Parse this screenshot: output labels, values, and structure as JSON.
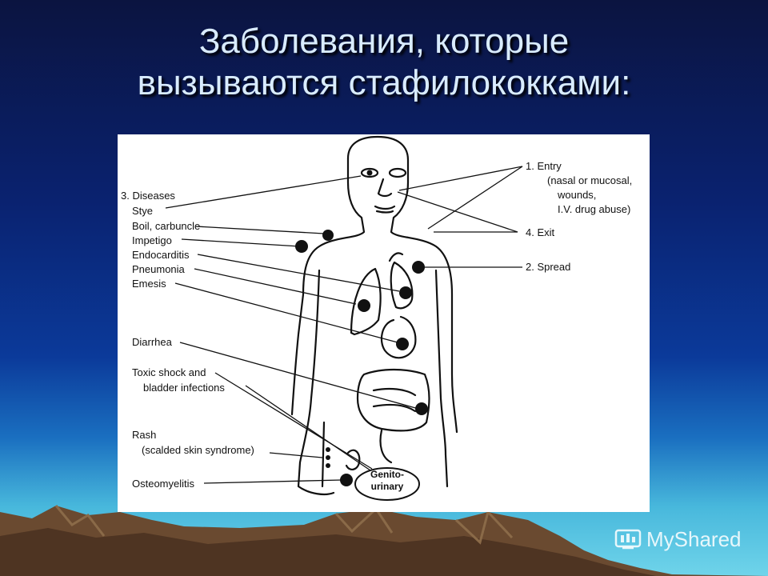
{
  "title": {
    "line1": "Заболевания, которые",
    "line2": "вызываются стафилококками:"
  },
  "diagram": {
    "entry": {
      "heading": "1. Entry",
      "line1": "(nasal or mucosal,",
      "line2": "wounds,",
      "line3": "I.V. drug abuse)"
    },
    "spread": "2. Spread",
    "diseases_heading": "3. Diseases",
    "exit": "4. Exit",
    "diseases": {
      "stye": "Stye",
      "boil": "Boil, carbuncle",
      "impetigo": "Impetigo",
      "endocarditis": "Endocarditis",
      "pneumonia": "Pneumonia",
      "emesis": "Emesis",
      "diarrhea": "Diarrhea",
      "toxic_shock_line1": "Toxic shock and",
      "toxic_shock_line2": "bladder infections",
      "rash_line1": "Rash",
      "rash_line2": "(scalded skin syndrome)",
      "osteomyelitis": "Osteomyelitis"
    },
    "genito_line1": "Genito-",
    "genito_line2": "urinary"
  },
  "watermark": "MyShared",
  "icons": [
    "mountains-background",
    "human-body-outline",
    "watermark-logo-icon"
  ]
}
